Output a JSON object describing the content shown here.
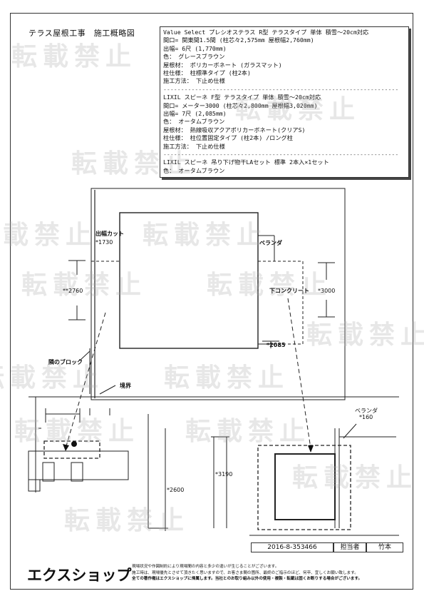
{
  "title": "テラス屋根工事　施工概略図",
  "spec": {
    "block1": [
      "Value Select プレシオステラス R型 テラスタイプ 単体 積雪～20cm対応",
      "間口= 関東間1.5間 (柱芯々2,575mm 屋根幅2,760mm)",
      "出幅= 6尺 (1,770mm)",
      "色： グレースブラウン",
      "屋根材： ポリカーボネート (ガラスマット)",
      "柱仕様： 柱標準タイプ (柱2本)",
      "施工方法： 下止め仕様"
    ],
    "separator": "-------------------------------------------------------------------",
    "block2": [
      "LIXIL スピーネ F型 テラスタイプ 単体 積雪～20cm対応",
      "間口= メーター3000 (柱芯々2,800mm 屋根幅3,020mm)",
      "出幅= 7尺 (2,085mm)",
      "色： オータムブラウン",
      "屋根材： 熱線吸収アクアポリカーボネート(クリアS)",
      "柱仕様： 柱位置固定タイプ (柱2本) /ロング柱",
      "施工方法： 下止め仕様"
    ],
    "block3": [
      "LIXIL スピーネ 吊り下げ物干LAセット 標準 2本入×1セット",
      "色： オータムブラウン"
    ]
  },
  "labels": {
    "eave_cut": "出幅カット",
    "dim_1730": "*1730",
    "veranda": "ベランダ",
    "dim_2760": "**2760",
    "concrete": "下コンクリート",
    "dim_3000": "*3000",
    "dim_2085": "*2085",
    "neighbor_block": "隣のブロック",
    "boundary": "境界",
    "veranda2": "ベランダ",
    "dim_160": "*160",
    "dim_3190": "*3190",
    "dim_2600": "*2600"
  },
  "watermark": "転載禁止",
  "footer": {
    "doc_no": "2016-8-353466",
    "person_label": "担当者",
    "person_name": "竹本",
    "logo": "エクスショップ",
    "notes": [
      "現場状況や作図制約により現場間の内容と多少の違いが生じることがございます。",
      "施工時は、現場優先とさせて頂きたく思いますので、お客さま間の箇所、最終のご指示のほど、何卒、宜しくお願い致します。",
      "全ての著作権はエクスショップに帰属します。当社とのお取り組み以外の使用・複製・転載は固くお断りする場合がございます。"
    ]
  },
  "colors": {
    "line": "#222222",
    "watermark": "#aaaaaa"
  }
}
